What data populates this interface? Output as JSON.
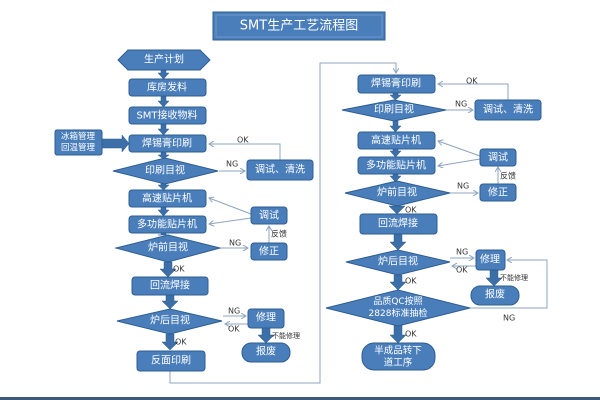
{
  "title": "SMT生产工艺流程图",
  "left": {
    "plan": "生产计划",
    "warehouse": "库房发料",
    "receive": "SMT接收物料",
    "fridge_line1": "冰箱管理",
    "fridge_line2": "回温管理",
    "paste_print": "焊锡膏印刷",
    "print_inspect": "印刷目视",
    "debug_clean": "调试、清洗",
    "high_speed": "高速贴片机",
    "multi_func": "多功能贴片机",
    "debug": "调试",
    "correct": "修正",
    "feedback": "反馈",
    "pre_oven": "炉前目视",
    "reflow": "回流焊接",
    "post_oven": "炉后目视",
    "repair": "修理",
    "cannot_repair": "不能修理",
    "scrap": "报废",
    "back_print": "反面印刷"
  },
  "right": {
    "paste_print": "焊锡膏印刷",
    "print_inspect": "印刷目视",
    "debug_clean": "调试、清洗",
    "high_speed": "高速贴片机",
    "multi_func": "多功能贴片机",
    "debug": "调试",
    "correct": "修正",
    "feedback": "反馈",
    "pre_oven": "炉前目视",
    "reflow": "回流焊接",
    "post_oven": "炉后目视",
    "repair": "修理",
    "cannot_repair": "不能修理",
    "scrap": "报废",
    "qc_line1": "品质QC按照",
    "qc_line2": "2828标准抽检",
    "next_line1": "半成品转下",
    "next_line2": "道工序"
  },
  "labels": {
    "ok": "OK",
    "ng": "NG"
  }
}
